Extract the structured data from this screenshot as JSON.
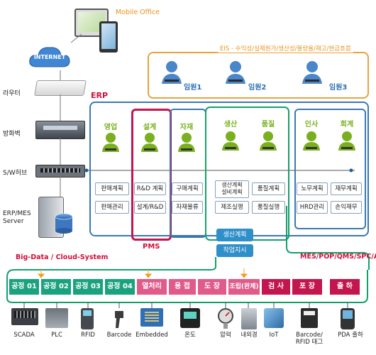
{
  "mobile_office": "Mobile Office",
  "internet": "INTERNET",
  "left_labels": {
    "router": "라우터",
    "firewall": "방화벽",
    "switch": "S/W허브",
    "server": "ERP/MES\nServer"
  },
  "eis": {
    "title": "EIS - 수익성/실제원가/생산성/불량율/재고/현금흐름",
    "executives": [
      "임원1",
      "임원2",
      "임원3"
    ]
  },
  "erp_label": "ERP",
  "pms_label": "PMS",
  "mes_label": "MES/POP/QMS/SPC/APS",
  "bigdata_label": "Big-Data / Cloud-System",
  "departments": [
    {
      "name": "영업",
      "items": [
        "판매계획",
        "판매관리"
      ]
    },
    {
      "name": "설계",
      "items": [
        "R&D 계획",
        "설계/R&D"
      ]
    },
    {
      "name": "자재",
      "items": [
        "구매계획",
        "자재물류"
      ]
    },
    {
      "name": "생산",
      "items": [
        "생산계획\n설비계획",
        "제조실행"
      ]
    },
    {
      "name": "품질",
      "items": [
        "품질계획",
        "품질실행"
      ]
    },
    {
      "name": "인사",
      "items": [
        "노무계획",
        "HRD관리"
      ]
    },
    {
      "name": "회계",
      "items": [
        "재무계획",
        "손익재무"
      ]
    }
  ],
  "production_flow": [
    "생산계획",
    "작업지시"
  ],
  "process_steps": [
    "공정 01",
    "공정 02",
    "공정 03",
    "공정 04",
    "열처리",
    "용 접",
    "도 장",
    "조립(완제)",
    "검 사",
    "포 장",
    "출 하"
  ],
  "devices": [
    "SCADA",
    "PLC",
    "RFID",
    "Barcode",
    "Embedded",
    "온도",
    "압력",
    "내외경",
    "IoT",
    "Barcode/\nRFID 태그",
    "PDA 출하"
  ],
  "colors": {
    "erp_border": "#3a78b5",
    "pms_border": "#c3154e",
    "mes_border": "#14a06b",
    "eis_border": "#e8a33c",
    "dept_green": "#7ab01e",
    "step_green": "#1aa27e",
    "step_pink": "#e05a8a",
    "step_red": "#c3154e",
    "label_red": "#d0103a"
  }
}
